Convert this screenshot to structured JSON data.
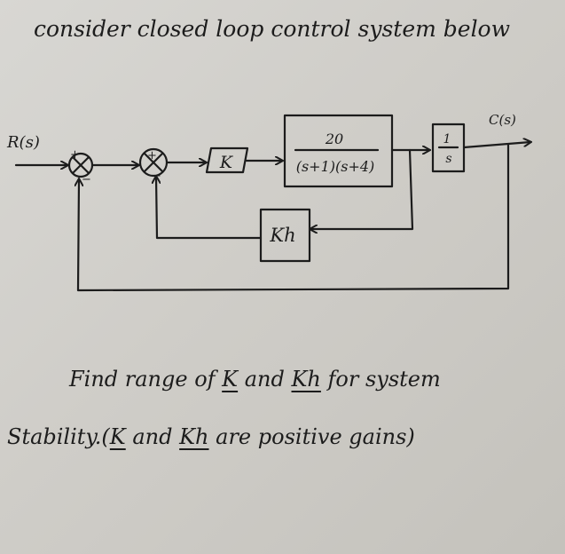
{
  "heading": "consider closed loop control system below",
  "blocks": {
    "gain": "K",
    "plant_numerator": "20",
    "plant_denominator": "(s+1)(s+4)",
    "integrator_numerator": "1",
    "integrator_denominator": "s",
    "feedback_gain": "Kh"
  },
  "signals": {
    "input": "R(s)",
    "output": "C(s)"
  },
  "summing_junction_signs": {
    "outer_plus": "+",
    "outer_minus": "−",
    "inner_plus": "+",
    "inner_minus": "−"
  },
  "question": {
    "line1": {
      "p1": "Find range of ",
      "k": "K",
      "p2": " and ",
      "kh": "Kh",
      "p3": " for system"
    },
    "line2": {
      "p1": "Stability.(",
      "k": "K",
      "p2": " and ",
      "kh": "Kh",
      "p3": " are positive gains)"
    }
  }
}
